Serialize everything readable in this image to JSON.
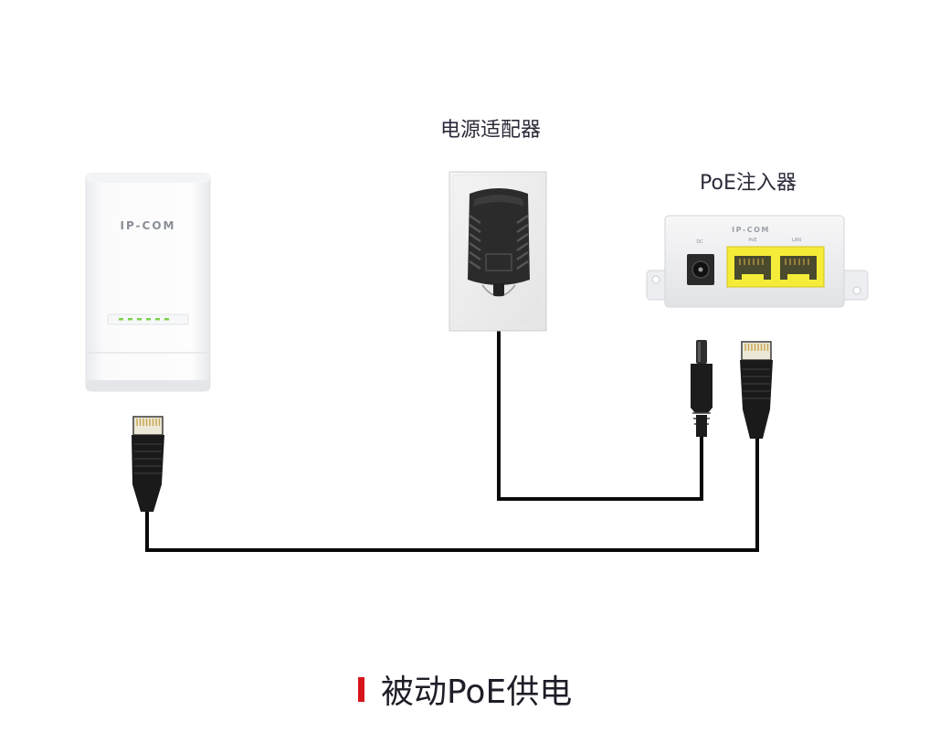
{
  "labels": {
    "power_adapter": "电源适配器",
    "poe_injector": "PoE注入器"
  },
  "caption": {
    "text": "被动PoE供电"
  },
  "devices": {
    "cpe_brand": "IP-COM",
    "injector_brand": "IP-COM",
    "injector_ports": [
      "DC",
      "PoE",
      "LAN"
    ]
  },
  "colors": {
    "accent": "#d8151c",
    "port_yellow": "#f4ec38",
    "cable": "#0a0a0a",
    "led_green": "#7bd24a"
  }
}
